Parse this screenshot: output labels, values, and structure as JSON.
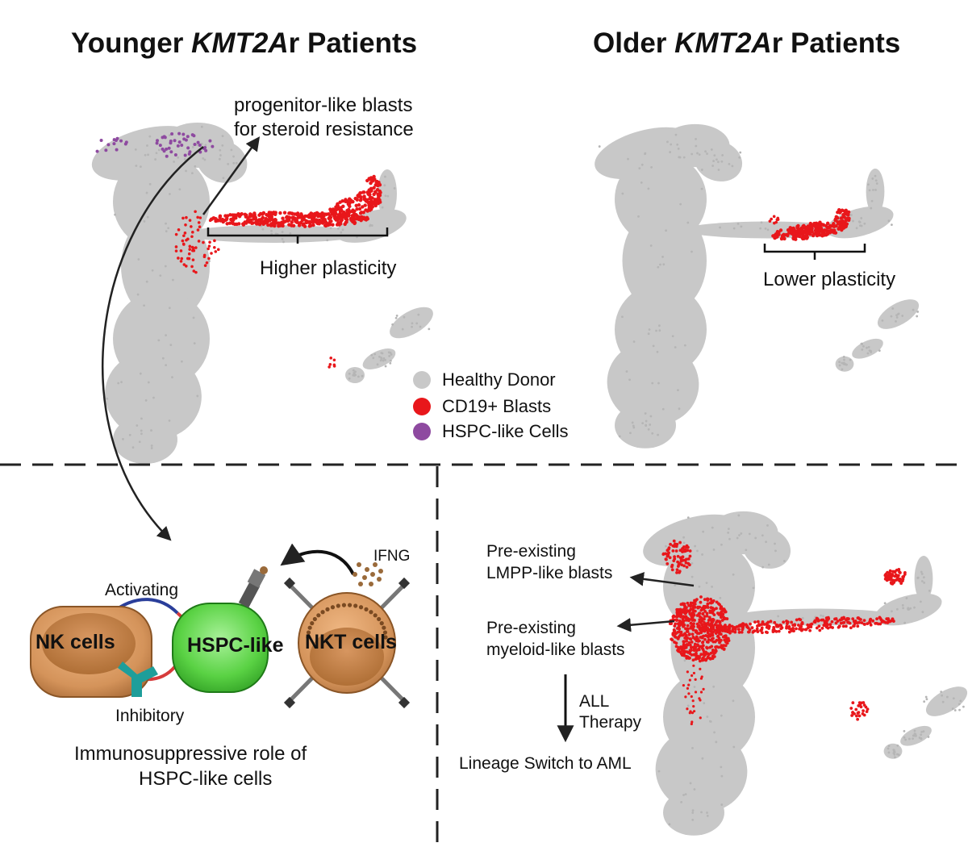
{
  "titles": {
    "left": {
      "pre": "Younger ",
      "italic": "KMT2A",
      "post": "r Patients"
    },
    "right": {
      "pre": "Older ",
      "italic": "KMT2A",
      "post": "r Patients"
    }
  },
  "annotations": {
    "progenitor_line1": "progenitor-like blasts",
    "progenitor_line2": "for steroid resistance",
    "higher_plasticity": "Higher plasticity",
    "lower_plasticity": "Lower plasticity",
    "preexisting_lmpp_line1": "Pre-existing",
    "preexisting_lmpp_line2": "LMPP-like blasts",
    "preexisting_myeloid_line1": "Pre-existing",
    "preexisting_myeloid_line2": "myeloid-like blasts",
    "therapy_line1": "ALL",
    "therapy_line2": "Therapy",
    "lineage_switch": "Lineage Switch to AML"
  },
  "legend": [
    {
      "label": "Healthy Donor",
      "color": "#c8c8c8"
    },
    {
      "label": "CD19+ Blasts",
      "color": "#e8171b"
    },
    {
      "label": "HSPC-like Cells",
      "color": "#8e4aa0"
    }
  ],
  "cells": {
    "nk": "NK cells",
    "hspc": "HSPC-like",
    "nkt": "NKT cells",
    "activating": "Activating",
    "inhibitory": "Inhibitory",
    "ifng": "IFNG"
  },
  "caption": {
    "line1": "Immunosuppressive role of",
    "line2": "HSPC-like cells"
  },
  "colors": {
    "healthy": "#c8c8c8",
    "blast": "#e8171b",
    "hspc": "#8e4aa0",
    "nk_fill": "#d4935a",
    "hspc_fill": "#4cc93a",
    "receptor": "#1e9e9a"
  }
}
